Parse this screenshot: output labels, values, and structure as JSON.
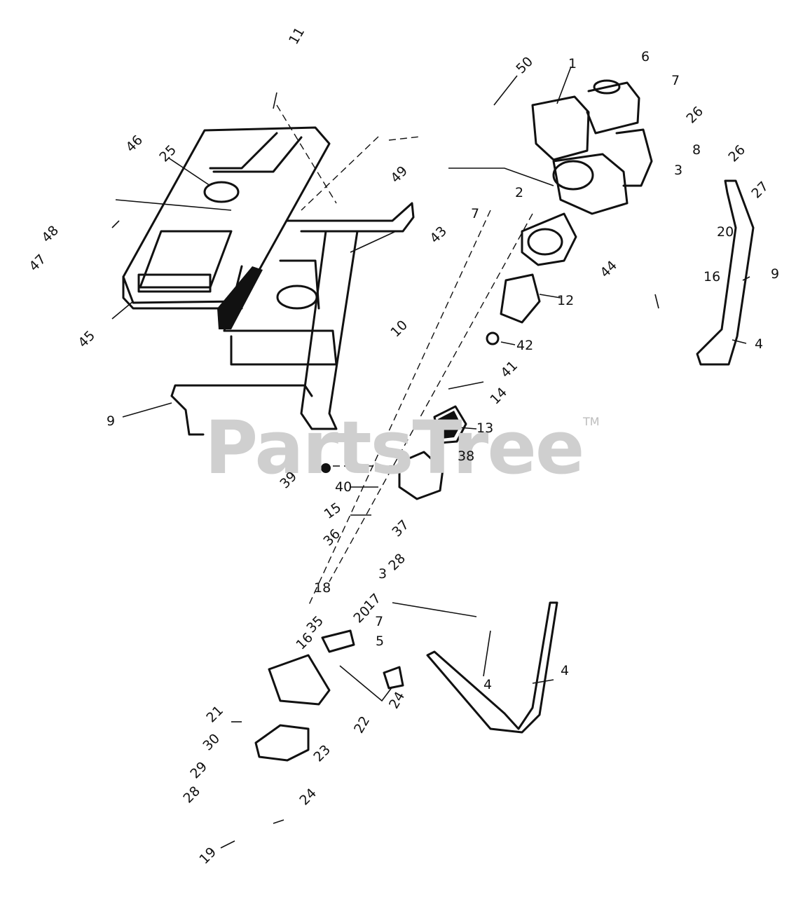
{
  "watermark": {
    "brand": "PartsTree",
    "trademark": "TM"
  },
  "callouts": {
    "c11": "11",
    "c50": "50",
    "c1": "1",
    "c6": "6",
    "c7a": "7",
    "c26a": "26",
    "c8": "8",
    "c26b": "26",
    "c3a": "3",
    "c27": "27",
    "c20a": "20",
    "c46": "46",
    "c25": "25",
    "c49": "49",
    "c2": "2",
    "c7b": "7",
    "c43": "43",
    "c48": "48",
    "c47": "47",
    "c44": "44",
    "c16a": "16",
    "c9a": "9",
    "c12": "12",
    "c45": "45",
    "c10": "10",
    "c42": "42",
    "c4a": "4",
    "c41": "41",
    "c14": "14",
    "c9b": "9",
    "c13": "13",
    "c38": "38",
    "c39": "39",
    "c40": "40",
    "c15": "15",
    "c37": "37",
    "c36": "36",
    "c28a": "28",
    "c3b": "3",
    "c18": "18",
    "c17": "17",
    "c20b": "20",
    "c7c": "7",
    "c35": "35",
    "c5": "5",
    "c16b": "16",
    "c4b": "4",
    "c4c": "4",
    "c21": "21",
    "c22": "22",
    "c24a": "24",
    "c30": "30",
    "c23": "23",
    "c29": "29",
    "c28b": "28",
    "c24b": "24",
    "c19": "19"
  }
}
